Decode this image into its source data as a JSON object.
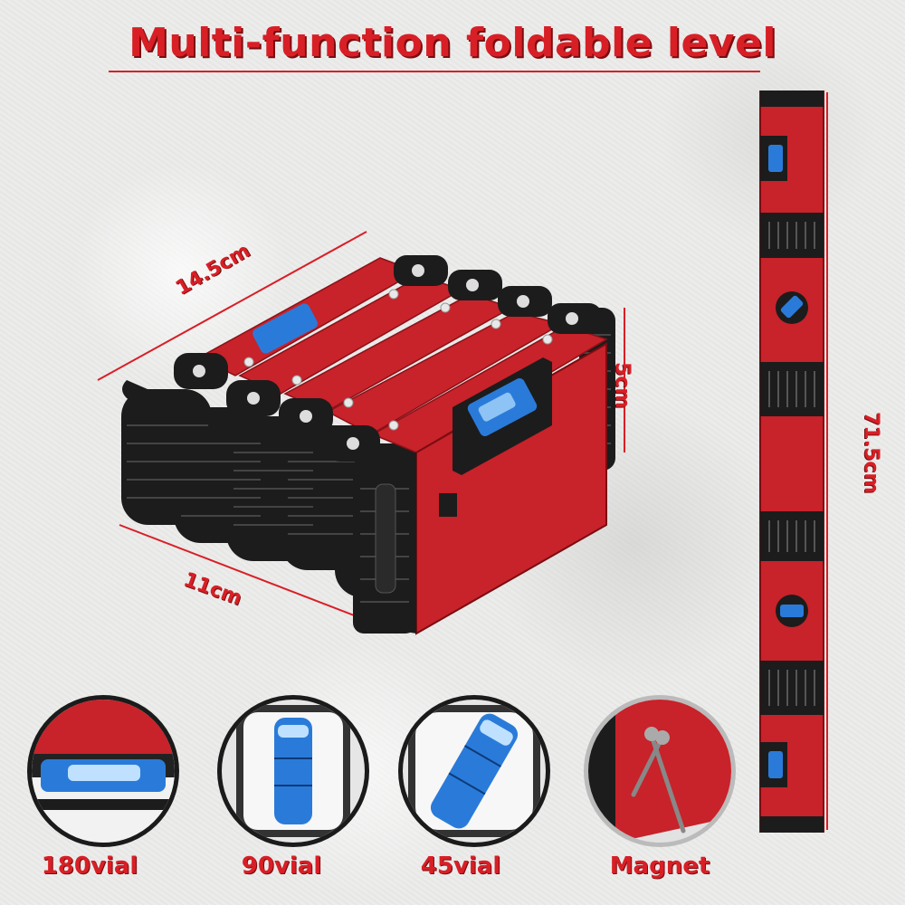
{
  "title": "Multi-function foldable level",
  "dimensions": {
    "length_folded": "14.5cm",
    "width_folded": "11cm",
    "height": "5cm",
    "length_extended": "71.5cm"
  },
  "features": [
    {
      "label": "180vial",
      "icon": "horizontal-vial-icon"
    },
    {
      "label": "90vial",
      "icon": "vertical-vial-icon"
    },
    {
      "label": "45vial",
      "icon": "angled-vial-icon"
    },
    {
      "label": "Magnet",
      "icon": "magnet-screws-icon"
    }
  ],
  "colors": {
    "accent_red": "#d81f26",
    "body_red": "#c8222a",
    "rubber_black": "#1c1c1c",
    "vial_blue": "#2a7bd9"
  }
}
